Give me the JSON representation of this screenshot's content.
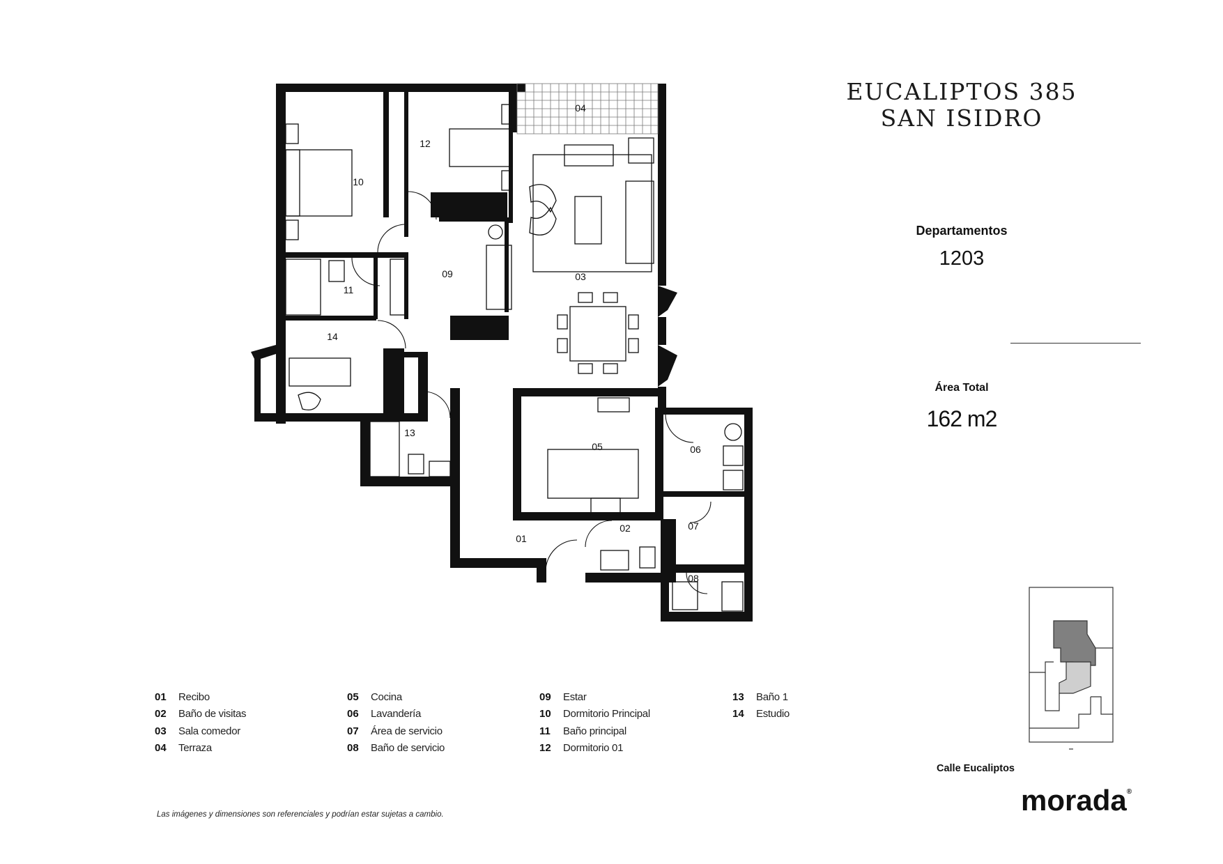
{
  "project": {
    "title_line1": "EUCALIPTOS 385",
    "title_line2": "SAN ISIDRO"
  },
  "unit": {
    "type_label": "Departamentos",
    "number": "1203",
    "area_label": "Área Total",
    "area_value": "162 m2"
  },
  "rooms": [
    {
      "num": "01",
      "name": "Recibo"
    },
    {
      "num": "02",
      "name": "Baño de visitas"
    },
    {
      "num": "03",
      "name": "Sala comedor"
    },
    {
      "num": "04",
      "name": "Terraza"
    },
    {
      "num": "05",
      "name": "Cocina"
    },
    {
      "num": "06",
      "name": "Lavandería"
    },
    {
      "num": "07",
      "name": "Área de servicio"
    },
    {
      "num": "08",
      "name": "Baño de servicio"
    },
    {
      "num": "09",
      "name": "Estar"
    },
    {
      "num": "10",
      "name": "Dormitorio Principal"
    },
    {
      "num": "11",
      "name": "Baño principal"
    },
    {
      "num": "12",
      "name": "Dormitorio 01"
    },
    {
      "num": "13",
      "name": "Baño 1"
    },
    {
      "num": "14",
      "name": "Estudio"
    }
  ],
  "location": {
    "street": "Calle Eucaliptos"
  },
  "brand": {
    "logo_text": "morada",
    "logo_mark": "®"
  },
  "disclaimer": "Las imágenes y dimensiones son referenciales y podrían estar sujetas a cambio.",
  "colors": {
    "wall": "#111111",
    "highlight_unit": "#808080",
    "neighbor_unit": "#cfcfcf"
  }
}
